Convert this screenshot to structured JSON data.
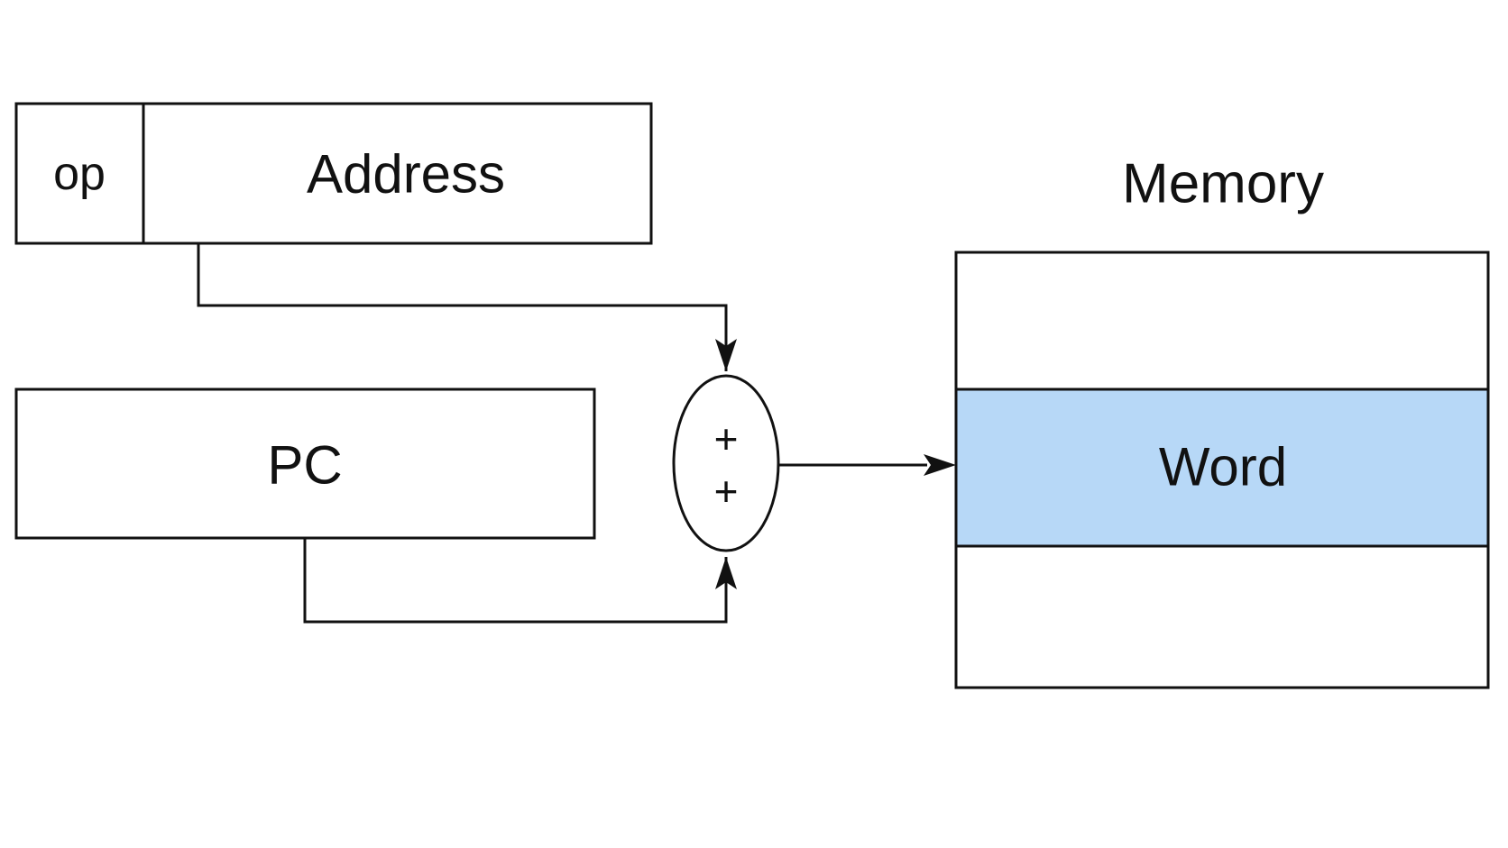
{
  "instruction": {
    "op_label": "op",
    "address_label": "Address"
  },
  "pc": {
    "label": "PC"
  },
  "adder": {
    "top_sign": "+",
    "bottom_sign": "+"
  },
  "memory": {
    "title": "Memory",
    "word_label": "Word"
  },
  "colors": {
    "highlight": "#b7d8f7",
    "stroke": "#111111",
    "background": "#ffffff"
  }
}
